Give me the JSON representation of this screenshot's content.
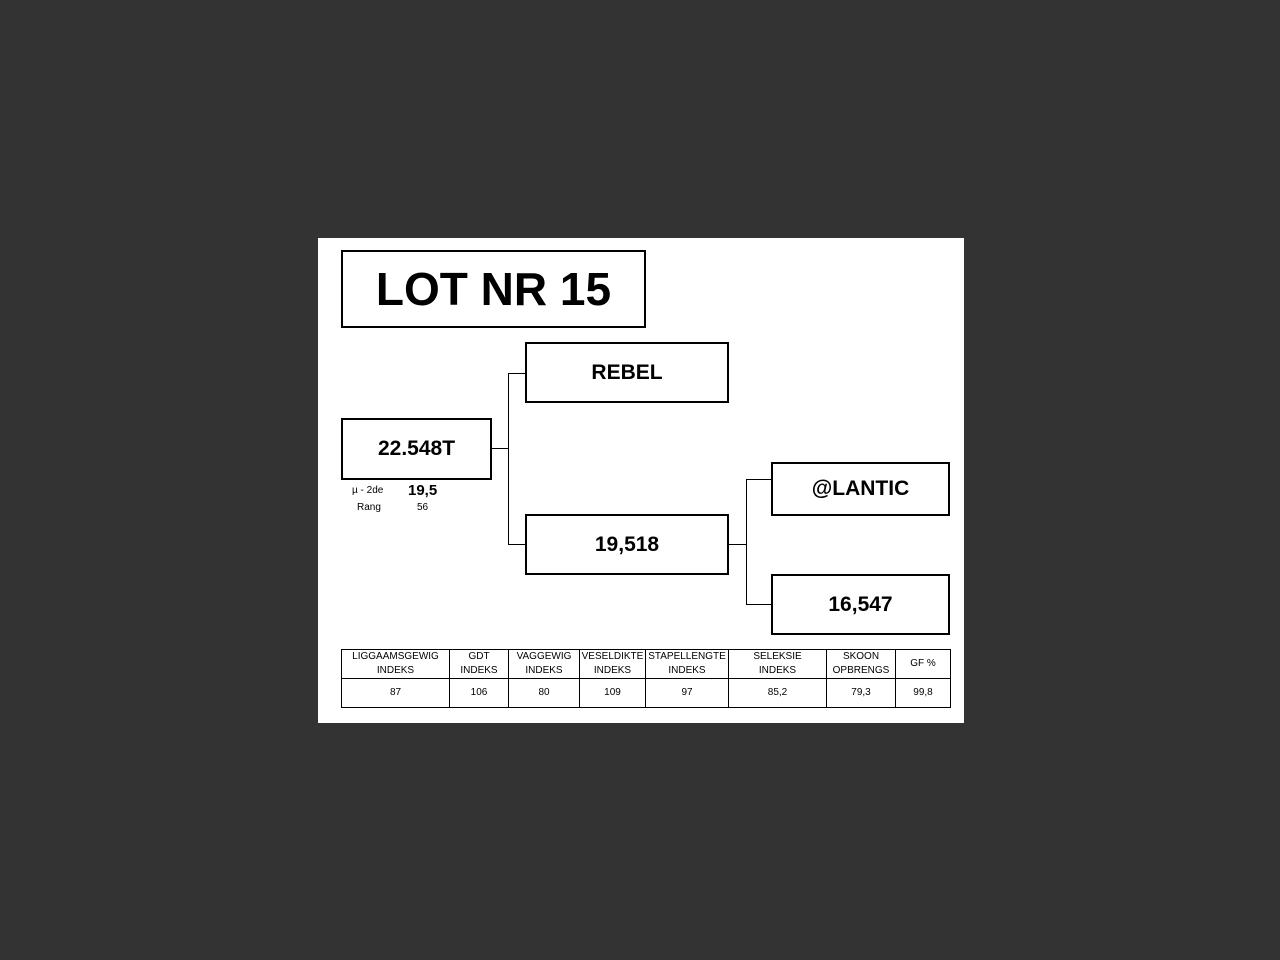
{
  "lot_title": "LOT NR 15",
  "animal": {
    "id": "22.548T",
    "micron_label": "µ - 2de",
    "micron_value": "19,5",
    "rank_label": "Rang",
    "rank_value": "56"
  },
  "pedigree": {
    "sire": "REBEL",
    "dam": "19,518",
    "dam_sire": "@LANTIC",
    "dam_dam": "16,547"
  },
  "index_table": {
    "headers": [
      [
        "LIGGAAMSGEWIG",
        "INDEKS"
      ],
      [
        "GDT",
        "INDEKS"
      ],
      [
        "VAGGEWIG",
        "INDEKS"
      ],
      [
        "VESELDIKTE",
        "INDEKS"
      ],
      [
        "STAPELLENGTE",
        "INDEKS"
      ],
      [
        "SELEKSIE",
        "INDEKS"
      ],
      [
        "SKOON",
        "OPBRENGS"
      ],
      [
        "GF %",
        ""
      ]
    ],
    "values": [
      "87",
      "106",
      "80",
      "109",
      "97",
      "85,2",
      "79,3",
      "99,8"
    ]
  }
}
